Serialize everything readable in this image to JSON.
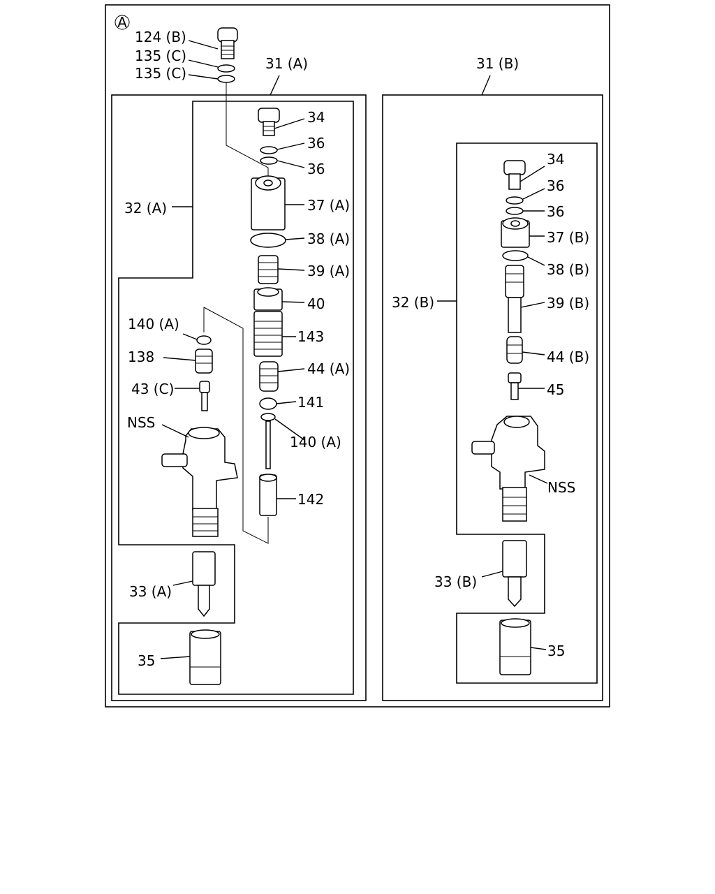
{
  "view_marker": "A",
  "labels": {
    "l_124B": "124 (B)",
    "l_135C_1": "135 (C)",
    "l_135C_2": "135 (C)",
    "l_31A": "31 (A)",
    "l_31B": "31 (B)",
    "a_34": "34",
    "a_36_1": "36",
    "a_36_2": "36",
    "a_37A": "37 (A)",
    "a_38A": "38 (A)",
    "a_39A": "39 (A)",
    "a_40": "40",
    "a_143": "143",
    "a_44A": "44 (A)",
    "a_141": "141",
    "a_140A_r": "140 (A)",
    "a_142": "142",
    "a_32A": "32 (A)",
    "a_140A_l": "140 (A)",
    "a_138": "138",
    "a_43C": "43 (C)",
    "a_NSS": "NSS",
    "a_33A": "33 (A)",
    "a_35": "35",
    "b_34": "34",
    "b_36_1": "36",
    "b_36_2": "36",
    "b_37B": "37 (B)",
    "b_38B": "38 (B)",
    "b_39B": "39 (B)",
    "b_32B": "32 (B)",
    "b_44B": "44 (B)",
    "b_45": "45",
    "b_NSS": "NSS",
    "b_33B": "33 (B)",
    "b_35": "35"
  }
}
